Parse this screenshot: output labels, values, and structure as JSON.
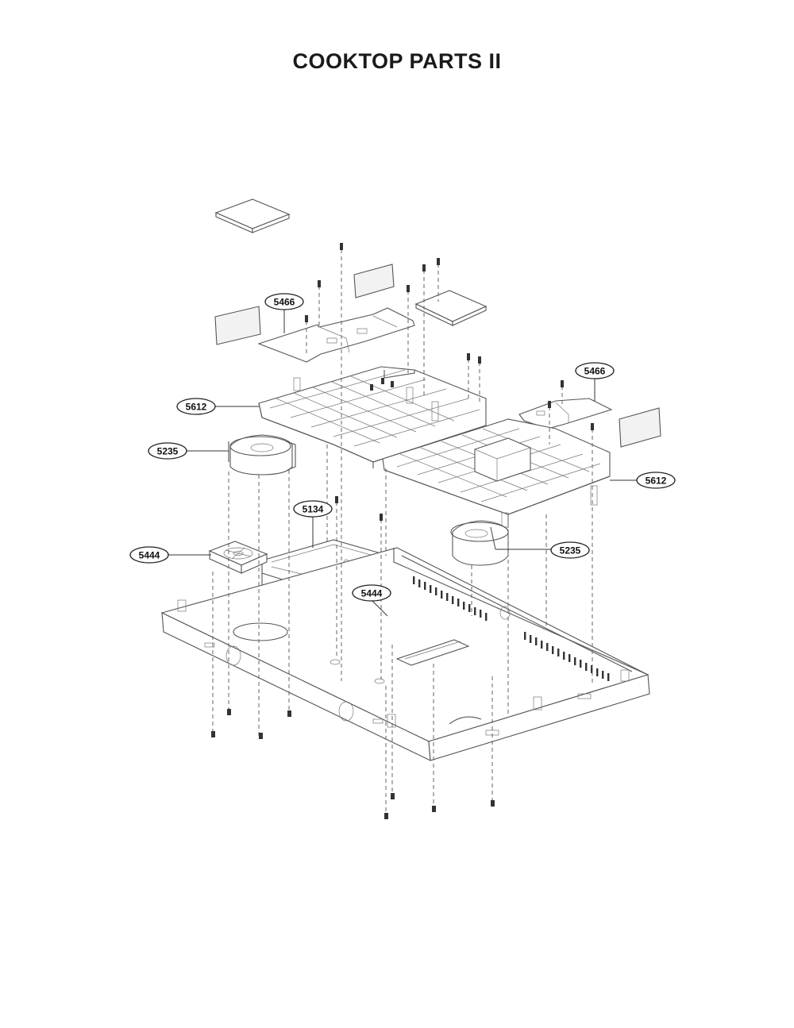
{
  "title": "COOKTOP PARTS II",
  "callouts": [
    {
      "id": "c1",
      "label": "5466"
    },
    {
      "id": "c2",
      "label": "5466"
    },
    {
      "id": "c3",
      "label": "5612"
    },
    {
      "id": "c4",
      "label": "5612"
    },
    {
      "id": "c5",
      "label": "5235"
    },
    {
      "id": "c6",
      "label": "5235"
    },
    {
      "id": "c7",
      "label": "5134"
    },
    {
      "id": "c8",
      "label": "5444"
    },
    {
      "id": "c9",
      "label": "5444"
    }
  ]
}
